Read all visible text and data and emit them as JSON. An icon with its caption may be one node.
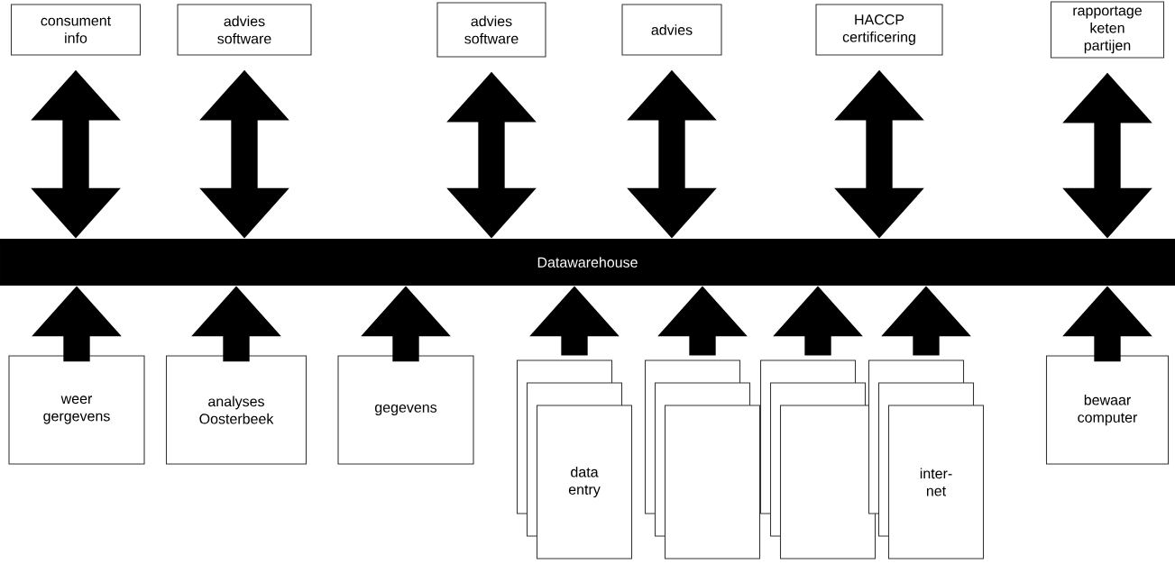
{
  "diagram": {
    "nodes": [
      {
        "text": [
          "consument info"
        ]
      },
      {
        "text": [
          "advies software"
        ]
      },
      {
        "text": [
          "advies software"
        ]
      },
      {
        "text": [
          "advies"
        ]
      },
      {
        "text": [
          "HACCP certificering"
        ]
      },
      {
        "text": [
          "rapportage keten partijen"
        ]
      },
      {
        "text": [
          "Datawarehouse"
        ]
      },
      {
        "text": [
          "weer gergevens"
        ]
      },
      {
        "text": [
          "analyses Oosterbeek"
        ]
      },
      {
        "text": [
          "gegevens"
        ]
      },
      {
        "text": [
          "data entry"
        ]
      },
      {
        "text": [],
        "shape": "box"
      },
      {
        "text": [],
        "shape": "box"
      },
      {
        "text": [
          "inter-net"
        ]
      },
      {
        "text": [
          "bewaar computer"
        ]
      }
    ],
    "edges": [
      {
        "from": 6,
        "to": 0,
        "arrow": "both"
      },
      {
        "from": 6,
        "to": 1,
        "arrow": "both"
      },
      {
        "from": 6,
        "to": 2,
        "arrow": "both"
      },
      {
        "from": 6,
        "to": 3,
        "arrow": "both"
      },
      {
        "from": 6,
        "to": 4,
        "arrow": "both"
      },
      {
        "from": 6,
        "to": 5,
        "arrow": "both"
      },
      {
        "from": 7,
        "to": 6,
        "arrow": "to"
      },
      {
        "from": 8,
        "to": 6,
        "arrow": "to"
      },
      {
        "from": 9,
        "to": 6,
        "arrow": "to"
      },
      {
        "from": 10,
        "to": 6,
        "arrow": "to"
      },
      {
        "from": 11,
        "to": 6,
        "arrow": "to"
      },
      {
        "from": 12,
        "to": 6,
        "arrow": "to"
      },
      {
        "from": 13,
        "to": 6,
        "arrow": "to"
      },
      {
        "from": 14,
        "to": 6,
        "arrow": "to"
      }
    ]
  }
}
